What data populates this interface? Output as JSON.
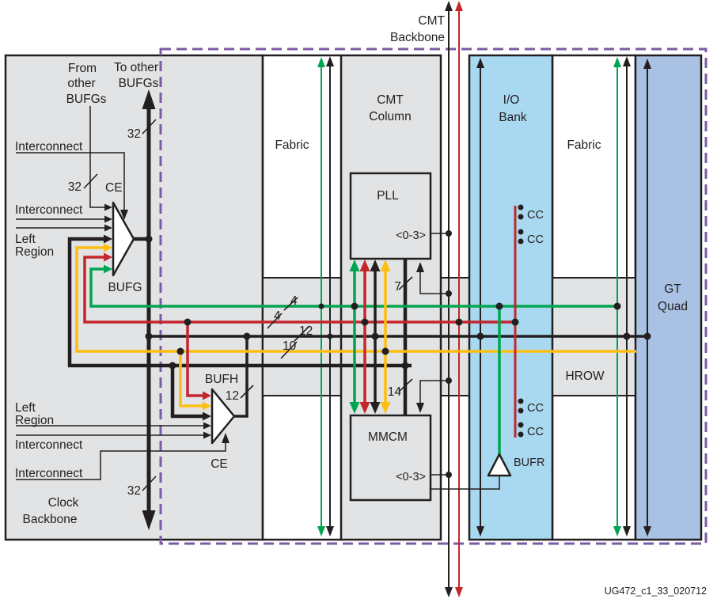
{
  "palette": {
    "ink": "#231f20",
    "gray": "#e2e3e4",
    "blue": "#a8d9f0",
    "periwinkle": "#a9c1e3",
    "green": "#00a551",
    "red": "#c4262c",
    "yellow": "#fdbe10",
    "purple": "#7b5aa6"
  },
  "header": {
    "cmt_backbone_line1": "CMT",
    "cmt_backbone_line2": "Backbone"
  },
  "columns": {
    "fabric": "Fabric",
    "cmt_line1": "CMT",
    "cmt_line2": "Column",
    "io_line1": "I/O",
    "io_line2": "Bank",
    "gt_line1": "GT",
    "gt_line2": "Quad",
    "hrow": "HROW"
  },
  "left_box": {
    "from_other_line1": "From",
    "from_other_line2": "other",
    "from_other_line3": "BUFGs",
    "to_other_line1": "To other",
    "to_other_line2": "BUFGs",
    "interconnect": "Interconnect",
    "left_region_line1": "Left",
    "left_region_line2": "Region",
    "clock_backbone_line1": "Clock",
    "clock_backbone_line2": "Backbone",
    "bufg": "BUFG",
    "bufh": "BUFH",
    "ce": "CE"
  },
  "cmt": {
    "pll": "PLL",
    "mmcm": "MMCM",
    "range": "<0-3>"
  },
  "io": {
    "cc": "CC",
    "bufr": "BUFR"
  },
  "bus_widths": {
    "to_other_bufgs": "32",
    "from_other_bufgs": "32",
    "clock_backbone": "32",
    "green_hclk": "4",
    "red_hclk": "4",
    "black_hclk": "12",
    "yellow_hclk": "10",
    "bufh_out": "12",
    "pll_out": "7",
    "mmcm_out": "14"
  },
  "footer": {
    "doc_ref": "UG472_c1_33_020712"
  }
}
